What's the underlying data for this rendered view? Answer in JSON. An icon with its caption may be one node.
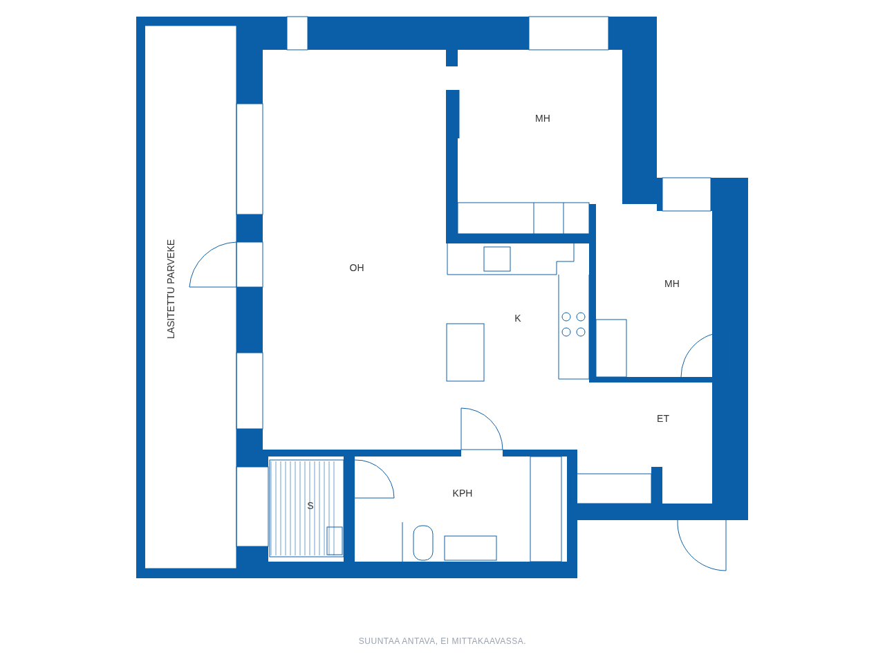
{
  "diagram": {
    "labels": [
      "MH",
      "LASITETTU PARVEKE",
      "OH",
      "MH",
      "K",
      "ET",
      "KPH",
      "S",
      "SUUNTAA ANTAVA, EI MITTAKAAVASSA."
    ]
  }
}
